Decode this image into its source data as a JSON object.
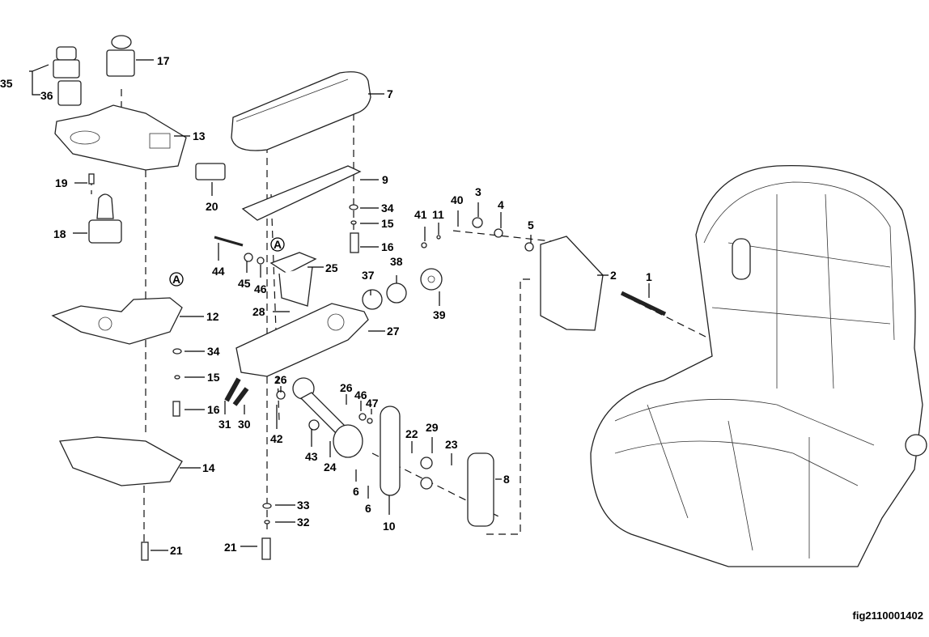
{
  "diagram": {
    "figure_code": "fig2110001402",
    "reference_marker": "A",
    "callouts": [
      "35",
      "36",
      "17",
      "7",
      "13",
      "19",
      "20",
      "9",
      "34",
      "15",
      "16",
      "41",
      "11",
      "40",
      "3",
      "4",
      "5",
      "18",
      "44",
      "45",
      "46",
      "25",
      "2",
      "1",
      "37",
      "38",
      "39",
      "12",
      "28",
      "27",
      "34",
      "15",
      "26",
      "26",
      "46",
      "47",
      "16",
      "31",
      "30",
      "42",
      "43",
      "24",
      "22",
      "29",
      "23",
      "8",
      "14",
      "6",
      "6",
      "10",
      "33",
      "32",
      "21",
      "21"
    ]
  }
}
